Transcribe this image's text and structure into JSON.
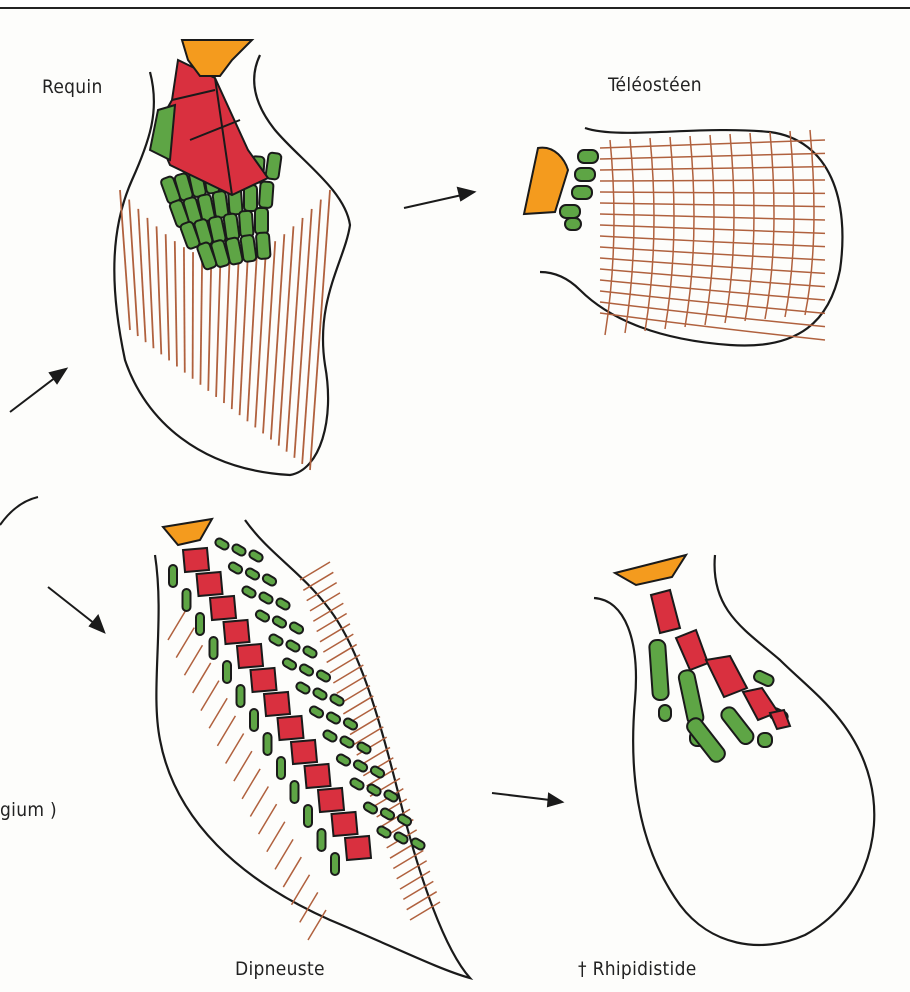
{
  "labels": {
    "requin": "Requin",
    "teleosteen": "Téléostéen",
    "dipneuste": "Dipneuste",
    "rhipidistide": "† Rhipidistide",
    "partial_left": "gium )"
  },
  "colors": {
    "outline": "#1a1a1a",
    "radial": "#b0613e",
    "green_bone": "#5ea545",
    "red_bone": "#d9303f",
    "orange_girdle": "#f49b1e"
  }
}
